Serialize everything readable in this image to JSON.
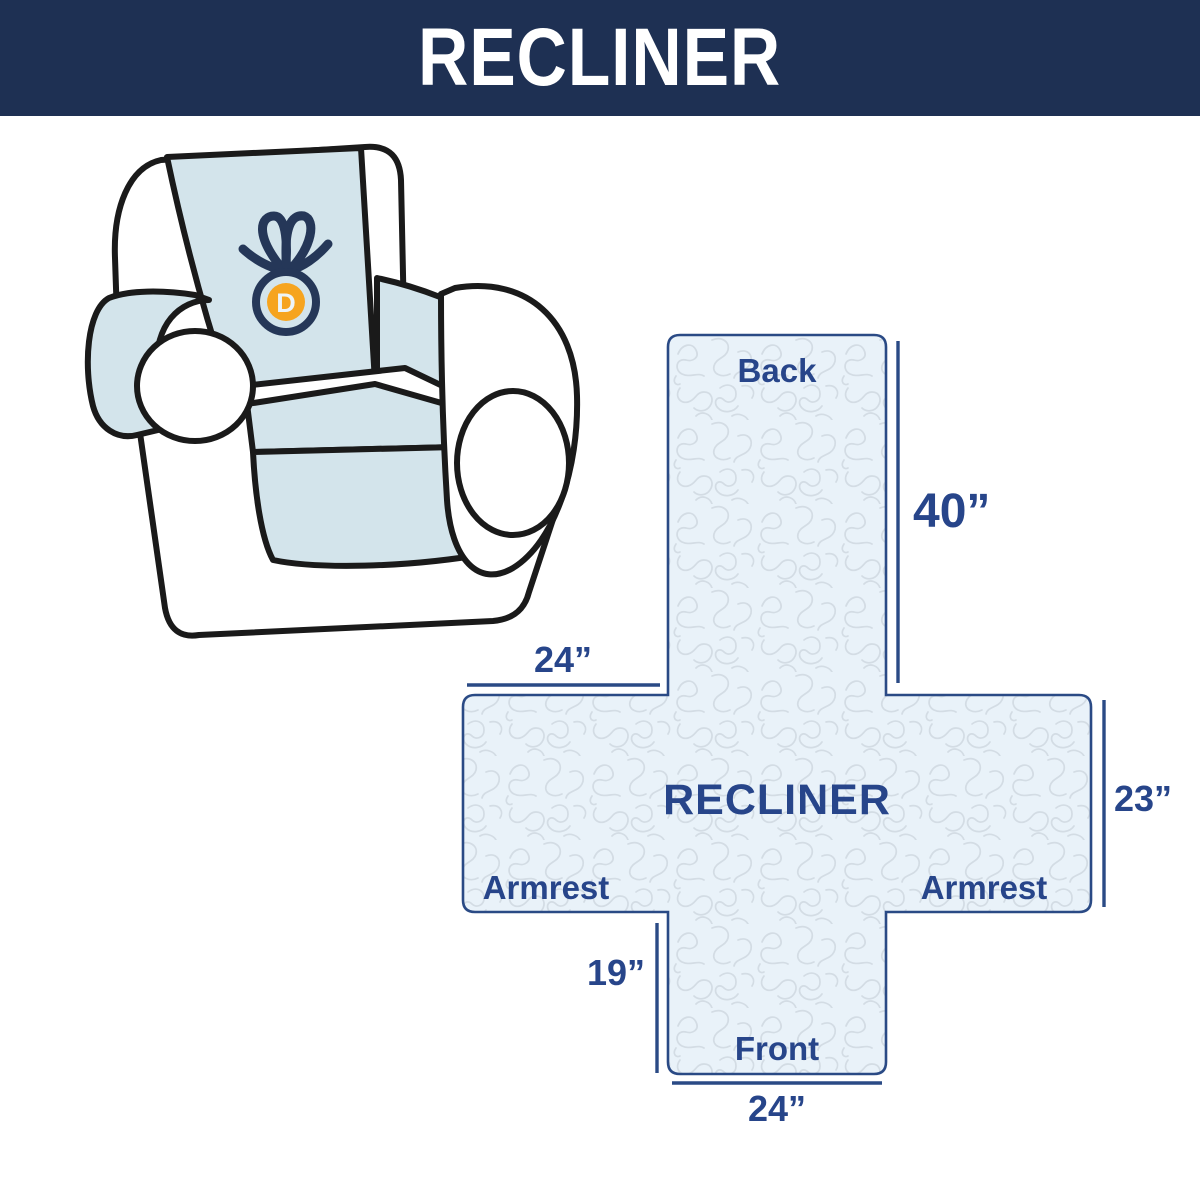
{
  "header": {
    "title": "RECLINER",
    "background_color": "#1e3053",
    "text_color": "#ffffff"
  },
  "chair_illustration": {
    "description": "Armchair with light blue protective cover on backrest, seat, front apron and left armrest",
    "cover_color": "#d3e4eb",
    "outline_color": "#1a1a1a",
    "logo": {
      "letter": "D",
      "bow_color": "#253758",
      "circle_color": "#f6a41f",
      "letter_color": "#edf4f8"
    }
  },
  "diagram": {
    "center_label": "RECLINER",
    "back_label": "Back",
    "front_label": "Front",
    "armrest_left_label": "Armrest",
    "armrest_right_label": "Armrest",
    "dimensions": {
      "back_length": "40”",
      "armrest_width_top": "24”",
      "armrest_depth": "23”",
      "front_length": "19”",
      "front_width": "24”"
    },
    "fill_color": "#e9f2f9",
    "pattern_color": "#d3dce4",
    "border_color": "#2a4a85",
    "label_color": "#27458a"
  }
}
